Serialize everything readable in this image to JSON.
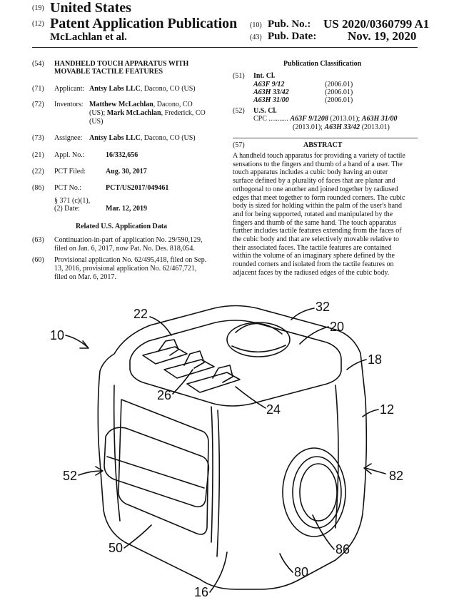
{
  "header": {
    "code_19": "(19)",
    "country": "United States",
    "code_12": "(12)",
    "pub_type": "Patent Application Publication",
    "inventor_short": "McLachlan et al.",
    "code_10": "(10)",
    "pub_no_label": "Pub. No.:",
    "pub_no": "US 2020/0360799 A1",
    "code_43": "(43)",
    "pub_date_label": "Pub. Date:",
    "pub_date": "Nov. 19, 2020"
  },
  "left": {
    "f54_code": "(54)",
    "title_l1": "HANDHELD TOUCH APPARATUS WITH",
    "title_l2": "MOVABLE TACTILE FEATURES",
    "f71_code": "(71)",
    "applicant_label": "Applicant:",
    "applicant_name": "Antsy Labs LLC",
    "applicant_loc": ", Dacono, CO (US)",
    "f72_code": "(72)",
    "inventors_label": "Inventors:",
    "inv1_name": "Matthew McLachlan",
    "inv1_loc": ", Dacono, CO",
    "inv2_pre": "(US); ",
    "inv2_name": "Mark McLachlan",
    "inv2_loc": ", Frederick, CO",
    "inv3": "(US)",
    "f73_code": "(73)",
    "assignee_label": "Assignee:",
    "assignee_name": "Antsy Labs LLC",
    "assignee_loc": ", Dacono, CO (US)",
    "f21_code": "(21)",
    "appl_label": "Appl. No.:",
    "appl_no": "16/332,656",
    "f22_code": "(22)",
    "pct_filed_label": "PCT Filed:",
    "pct_filed": "Aug. 30, 2017",
    "f86_code": "(86)",
    "pct_no_label": "PCT No.:",
    "pct_no": "PCT/US2017/049461",
    "s371_l1": "§ 371 (c)(1),",
    "s371_l2": "(2) Date:",
    "s371_date": "Mar. 12, 2019",
    "related_title": "Related U.S. Application Data",
    "f63_code": "(63)",
    "f63_l1": "Continuation-in-part of application No. 29/590,129,",
    "f63_l2": "filed on Jan. 6, 2017, now Pat. No. Des. 818,054.",
    "f60_code": "(60)",
    "f60_l1": "Provisional application No. 62/495,418, filed on Sep.",
    "f60_l2": "13, 2016, provisional application No. 62/467,721,",
    "f60_l3": "filed on Mar. 6, 2017."
  },
  "right": {
    "pub_class_title": "Publication Classification",
    "f51_code": "(51)",
    "int_cl_label": "Int. Cl.",
    "int_cl": [
      {
        "cls": "A63F 9/12",
        "date": "(2006.01)"
      },
      {
        "cls": "A63H 33/42",
        "date": "(2006.01)"
      },
      {
        "cls": "A63H 31/00",
        "date": "(2006.01)"
      }
    ],
    "f52_code": "(52)",
    "us_cl_label": "U.S. Cl.",
    "cpc_label": "CPC ...........",
    "cpc_1": "A63F 9/1208",
    "cpc_1d": " (2013.01); ",
    "cpc_2": "A63H 31/00",
    "cpc_3d_pre": "(2013.01); ",
    "cpc_3": "A63H 33/42",
    "cpc_3d": " (2013.01)",
    "f57_code": "(57)",
    "abstract_title": "ABSTRACT",
    "abstract": [
      "A handheld touch apparatus for providing a variety of tactile",
      "sensations to the fingers and thumb of a hand of a user. The",
      "touch apparatus includes a cubic body having an outer",
      "surface defined by a plurality of faces that are planar and",
      "orthogonal to one another and joined together by radiused",
      "edges that meet together to form rounded corners. The cubic",
      "body is sized for holding within the palm of the user's hand",
      "and for being supported, rotated and manipulated by the",
      "fingers and thumb of the same hand. The touch apparatus",
      "further includes tactile features extending from the faces of",
      "the cubic body and that are selectively movable relative to",
      "their associated faces. The tactile features are contained",
      "within the volume of an imaginary sphere defined by the",
      "rounded corners and isolated from the tactile features on",
      "adjacent faces by the radiused edges of the cubic body."
    ]
  },
  "figure": {
    "labels": {
      "l10": "10",
      "l22": "22",
      "l32": "32",
      "l20": "20",
      "l18": "18",
      "l26": "26",
      "l24": "24",
      "l12": "12",
      "l52": "52",
      "l82": "82",
      "l50": "50",
      "l86": "86",
      "l80": "80",
      "l16": "16"
    }
  }
}
